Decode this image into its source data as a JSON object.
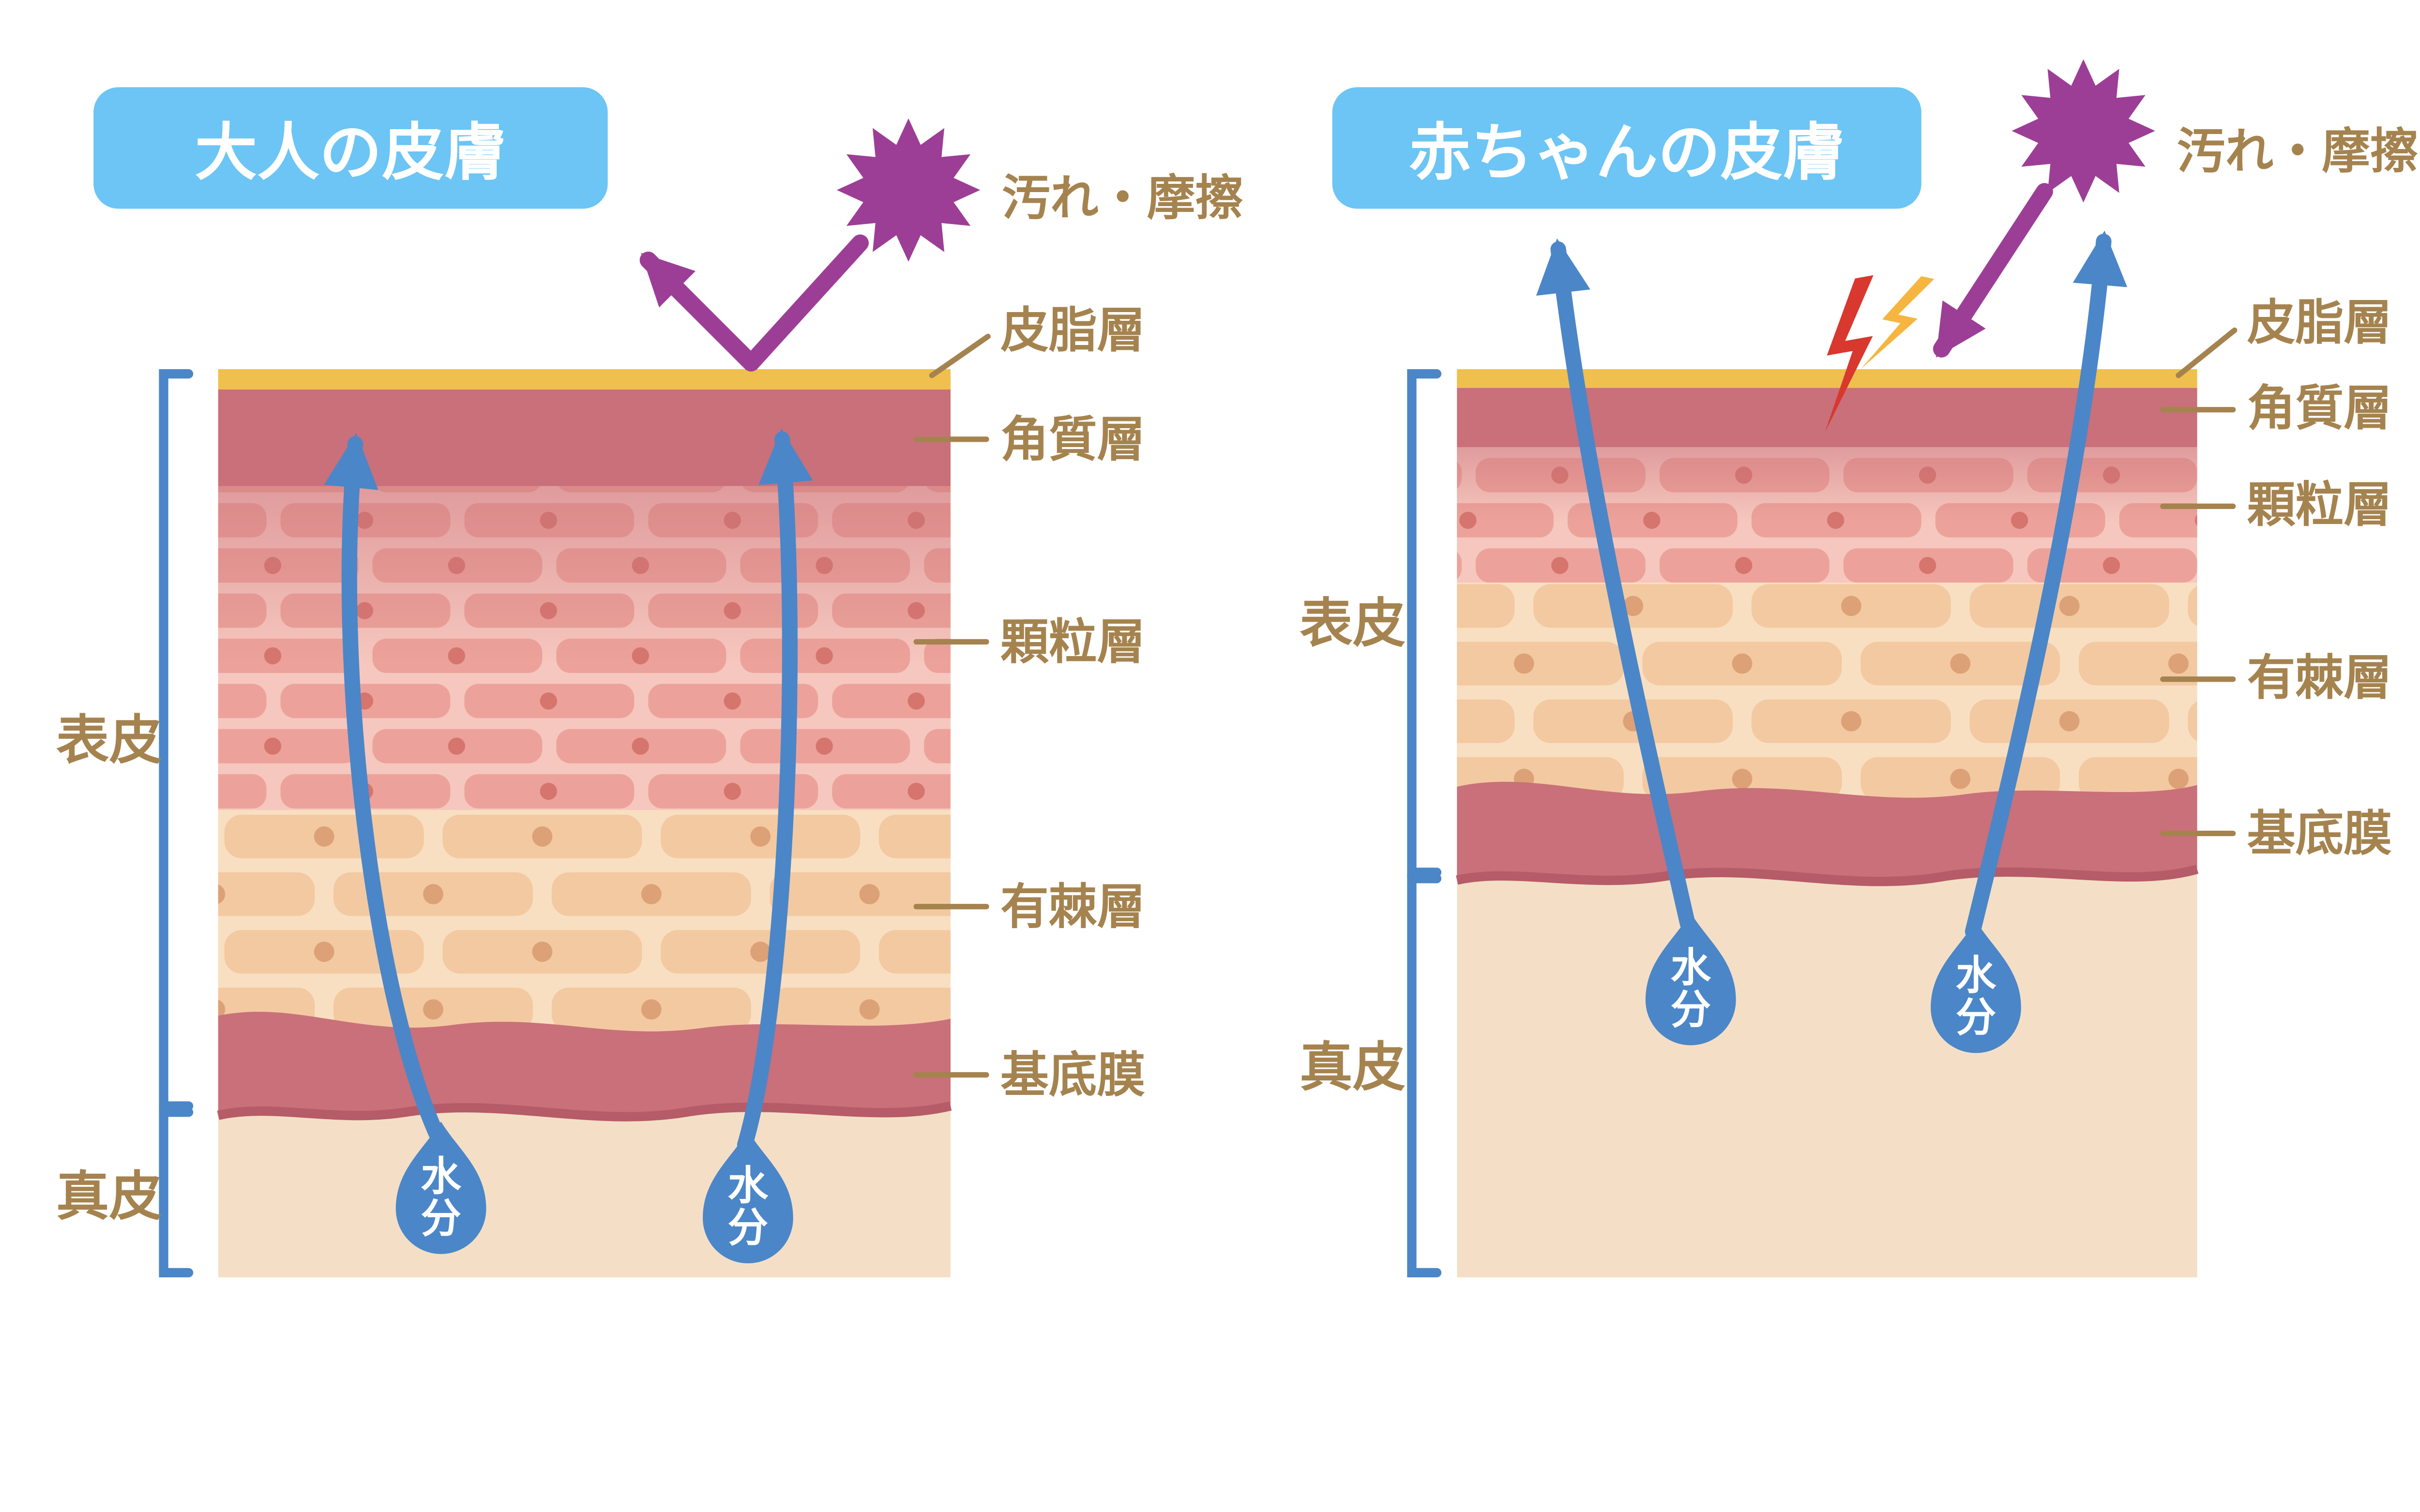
{
  "diagram": {
    "adult": {
      "title": "大人の皮膚"
    },
    "baby": {
      "title": "赤ちゃんの皮膚"
    },
    "annotations": {
      "dirt_friction": "汚れ・摩擦",
      "moisture": "水分"
    },
    "layer_labels": {
      "sebum": "皮脂層",
      "stratum_corneum": "角質層",
      "granular": "顆粒層",
      "spinous": "有棘層",
      "basement_membrane": "基底膜"
    },
    "side_labels": {
      "epidermis": "表皮",
      "dermis": "真皮"
    },
    "colors": {
      "title_box_blue": "#6cc5f4",
      "label_brown": "#a5834f",
      "arrow_blue": "#4b86c8",
      "dirt_purple": "#9c3e96",
      "sebum_yellow": "#efc04d",
      "corneum_rose": "#c9707a",
      "granular_pink": "#eca29a",
      "spinous_tan": "#f3c9a1",
      "dermis_beige": "#f4dfc6",
      "bolt_red": "#d8382e",
      "bolt_yellow": "#f5b53f",
      "water_drop_blue": "#4b86c8"
    }
  }
}
